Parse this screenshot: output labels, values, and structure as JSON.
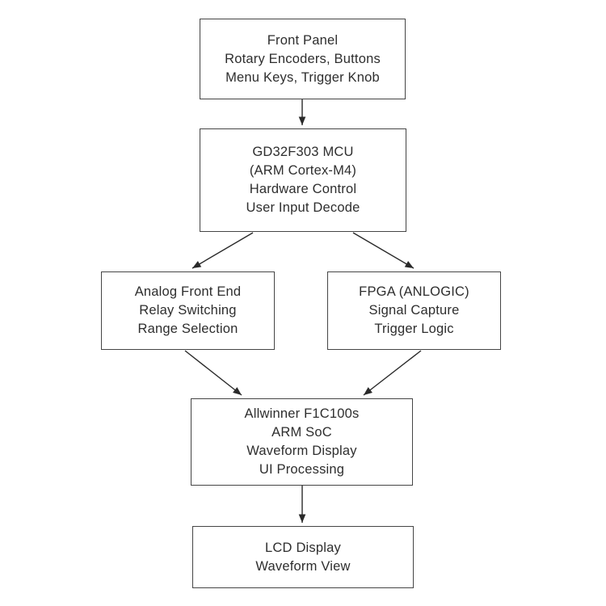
{
  "diagram": {
    "type": "flowchart",
    "boxes": {
      "front_panel": {
        "lines": [
          "Front Panel",
          "Rotary Encoders, Buttons",
          "Menu Keys, Trigger Knob"
        ]
      },
      "mcu": {
        "lines": [
          "GD32F303 MCU",
          "(ARM Cortex-M4)",
          "Hardware Control",
          "User Input Decode"
        ]
      },
      "analog_front_end": {
        "lines": [
          "Analog Front End",
          "Relay Switching",
          "Range Selection"
        ]
      },
      "fpga": {
        "lines": [
          "FPGA (ANLOGIC)",
          "Signal Capture",
          "Trigger Logic"
        ]
      },
      "soc": {
        "lines": [
          "Allwinner F1C100s",
          "ARM SoC",
          "Waveform Display",
          "UI Processing"
        ]
      },
      "lcd": {
        "lines": [
          "LCD Display",
          "Waveform View"
        ]
      }
    },
    "edges": [
      {
        "from": "front_panel",
        "to": "mcu"
      },
      {
        "from": "mcu",
        "to": "analog_front_end"
      },
      {
        "from": "mcu",
        "to": "fpga"
      },
      {
        "from": "analog_front_end",
        "to": "soc"
      },
      {
        "from": "fpga",
        "to": "soc"
      },
      {
        "from": "soc",
        "to": "lcd"
      }
    ],
    "colors": {
      "background": "#ffffff",
      "border": "#454545",
      "text": "#2e2e2e",
      "arrow": "#2a2a2a"
    }
  }
}
